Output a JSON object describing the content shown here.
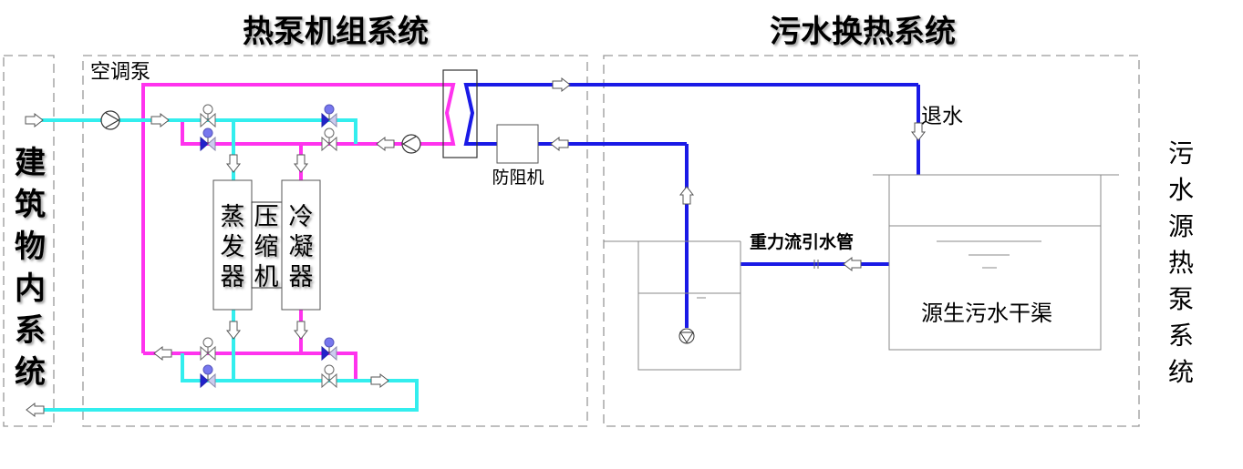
{
  "titles": {
    "heat_pump_unit": "热泵机组系统",
    "sewage_exchange": "污水换热系统"
  },
  "panels": {
    "building": [
      "建",
      "筑",
      "物",
      "内",
      "系",
      "统"
    ],
    "source_side": [
      "污",
      "水",
      "源",
      "热",
      "泵",
      "系",
      "统"
    ]
  },
  "labels": {
    "ac_pump": "空调泵",
    "evaporator": [
      "蒸",
      "发",
      "器"
    ],
    "compressor": [
      "压",
      "缩",
      "机"
    ],
    "condenser": [
      "冷",
      "凝",
      "器"
    ],
    "anti_clog": "防阻机",
    "return_water": "退水",
    "gravity_pipe": "重力流引水管",
    "sewage_channel": "源生污水干渠"
  },
  "colors": {
    "chilled_water": "#33eeee",
    "hot_side": "#ff33ee",
    "sewage": "#1a1ae6",
    "dashed_border": "#999999",
    "valve_blue": "#3333cc",
    "valve_ball": "#7777ee"
  }
}
